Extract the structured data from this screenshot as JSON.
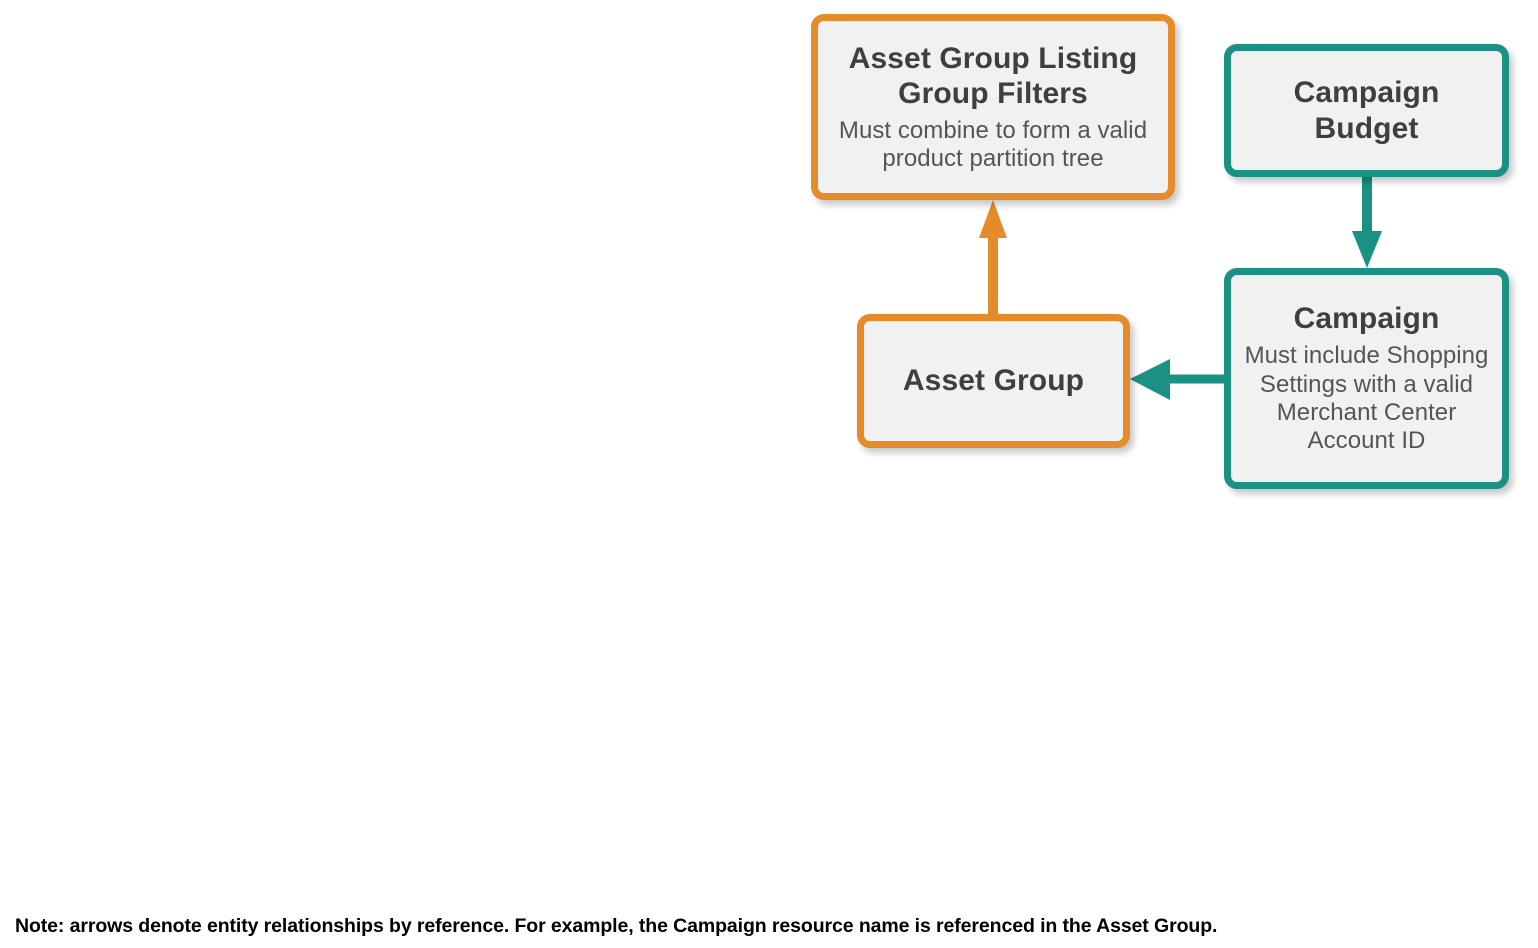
{
  "diagram": {
    "type": "entity-relationship",
    "colors": {
      "orange": "#e58b29",
      "teal": "#1a9183",
      "node_fill": "#f1f1f1",
      "title_text": "#3c4043",
      "subtitle_text": "#51565b",
      "note_text": "#000000",
      "background": "#ffffff"
    },
    "nodes": [
      {
        "id": "asset_group_listing_group_filters",
        "title": "Asset Group Listing Group Filters",
        "subtitle": "Must combine to form a valid product partition tree",
        "color": "orange"
      },
      {
        "id": "asset_group",
        "title": "Asset Group",
        "subtitle": "",
        "color": "orange"
      },
      {
        "id": "campaign_budget",
        "title": "Campaign Budget",
        "subtitle": "",
        "color": "teal"
      },
      {
        "id": "campaign",
        "title": "Campaign",
        "subtitle": "Must include Shopping Settings with a valid Merchant Center Account ID",
        "color": "teal"
      }
    ],
    "edges": [
      {
        "id": "asset-group-to-listing-group-filters",
        "from": "asset_group",
        "to": "asset_group_listing_group_filters",
        "direction": "up",
        "color": "orange"
      },
      {
        "id": "campaign-budget-to-campaign",
        "from": "campaign_budget",
        "to": "campaign",
        "direction": "down",
        "color": "teal"
      },
      {
        "id": "campaign-to-asset-group",
        "from": "campaign",
        "to": "asset_group",
        "direction": "left",
        "color": "teal"
      }
    ],
    "note": "Note: arrows denote entity relationships by reference. For example, the Campaign resource name is referenced in the Asset Group."
  }
}
